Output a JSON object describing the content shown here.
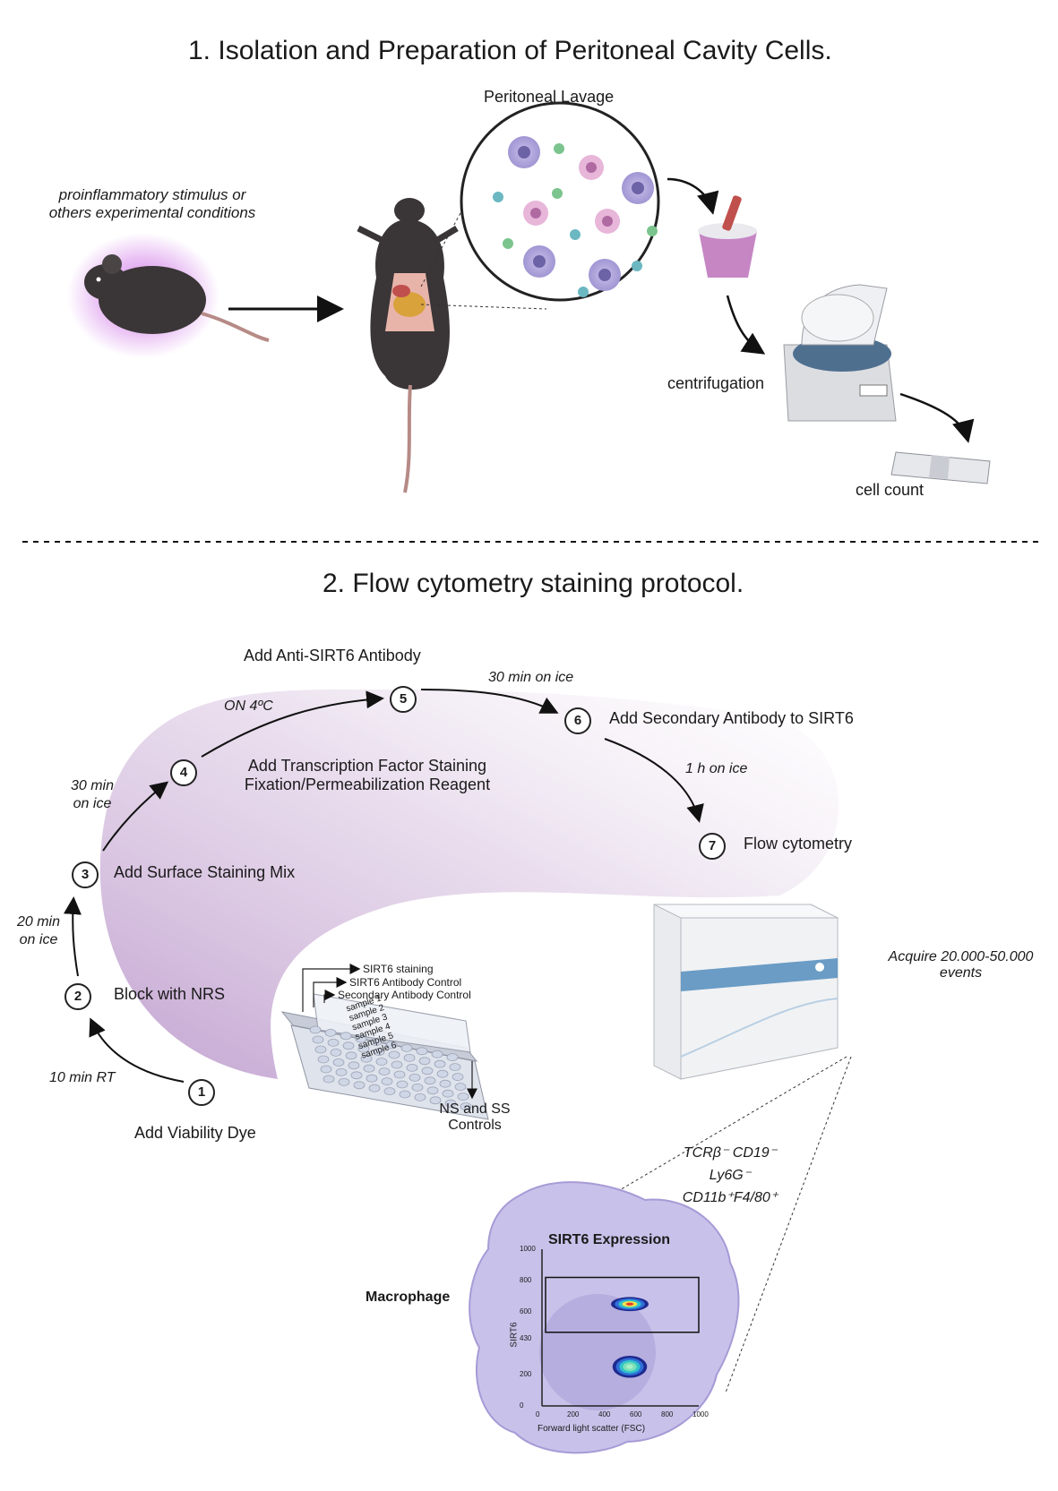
{
  "section1": {
    "title": "1.  Isolation and Preparation of Peritoneal Cavity Cells.",
    "stimulus_line1": "proinflammatory stimulus or",
    "stimulus_line2": "others experimental conditions",
    "lavage_label": "Peritoneal Lavage",
    "centrifugation_label": "centrifugation",
    "cell_count_label": "cell count"
  },
  "section2": {
    "title": "2. Flow cytometry staining protocol.",
    "steps": [
      {
        "num": "1",
        "label": "Add Viability Dye"
      },
      {
        "num": "2",
        "label": "Block with NRS"
      },
      {
        "num": "3",
        "label": "Add Surface Staining Mix"
      },
      {
        "num": "4",
        "label_line1": "Add Transcription Factor Staining",
        "label_line2": "Fixation/Permeabilization Reagent"
      },
      {
        "num": "5",
        "label": "Add Anti-SIRT6 Antibody"
      },
      {
        "num": "6",
        "label": "Add Secondary Antibody to SIRT6"
      },
      {
        "num": "7",
        "label": "Flow cytometry"
      }
    ],
    "timings": {
      "t1_2": "10 min RT",
      "t2_3_line1": "20 min",
      "t2_3_line2": "on ice",
      "t3_4_line1": "30 min",
      "t3_4_line2": "on ice",
      "t4_5": "ON 4ºC",
      "t5_6": "30 min on ice",
      "t6_7": "1 h on ice"
    },
    "plate": {
      "arrows": [
        "SIRT6 staining",
        "SIRT6 Antibody Control",
        "Secondary Antibody Control"
      ],
      "samples": [
        "sample 1",
        "sample 2",
        "sample 3",
        "sample 4",
        "sample 5",
        "sample 6"
      ],
      "controls_line1": "NS and SS",
      "controls_line2": "Controls"
    },
    "acquire_line1": "Acquire 20.000-50.000",
    "acquire_line2": "events",
    "markers_line1": "TCRβ⁻ CD19⁻",
    "markers_line2": "Ly6G⁻",
    "markers_line3": "CD11b⁺F4/80⁺",
    "macrophage_label": "Macrophage"
  },
  "chart_data": {
    "type": "scatter",
    "title": "SIRT6 Expression",
    "xlabel": "Forward light scatter (FSC)",
    "ylabel": "SIRT6",
    "xlim": [
      0,
      1000
    ],
    "ylim": [
      0,
      1000
    ],
    "x_ticks": [
      "0",
      "200",
      "400",
      "600",
      "800",
      "1000"
    ],
    "y_ticks": [
      "0",
      "200",
      "430",
      "600",
      "800",
      "1000"
    ],
    "series": [
      {
        "center": [
          560,
          650
        ],
        "spread": [
          120,
          45
        ]
      },
      {
        "center": [
          560,
          250
        ],
        "spread": [
          110,
          70
        ]
      }
    ],
    "gate": {
      "x": [
        0,
        1000
      ],
      "y": [
        470,
        820
      ]
    }
  },
  "colors": {
    "arc_purple": "#b792c8",
    "cell_purple": "#a79ad6",
    "cell_pink": "#d99ac6",
    "mouse_dark": "#3a3536",
    "glow": "#c24de0",
    "machine_blue": "#6a9cc5"
  }
}
